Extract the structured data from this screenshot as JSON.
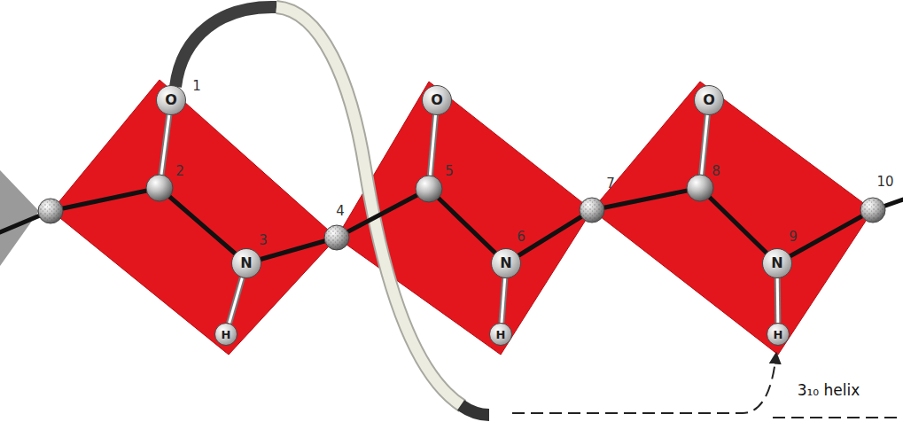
{
  "diagram": {
    "nodes": [
      {
        "text": [
          "O"
        ]
      },
      {
        "text": [
          "N"
        ]
      },
      {
        "text": [
          "H"
        ]
      },
      {
        "text": [
          "O"
        ]
      },
      {
        "text": [
          "N"
        ]
      },
      {
        "text": [
          "H"
        ]
      },
      {
        "text": [
          "O"
        ]
      },
      {
        "text": [
          "N"
        ]
      },
      {
        "text": [
          "H"
        ]
      }
    ],
    "edges": [
      {
        "from": 1,
        "to": 2,
        "arrow": "none"
      },
      {
        "from": 4,
        "to": 5,
        "arrow": "none"
      },
      {
        "from": 7,
        "to": 8,
        "arrow": "none"
      }
    ],
    "labels": [
      "1",
      "2",
      "3",
      "4",
      "5",
      "6",
      "7",
      "8",
      "9",
      "10",
      "3₁₀ helix"
    ]
  }
}
